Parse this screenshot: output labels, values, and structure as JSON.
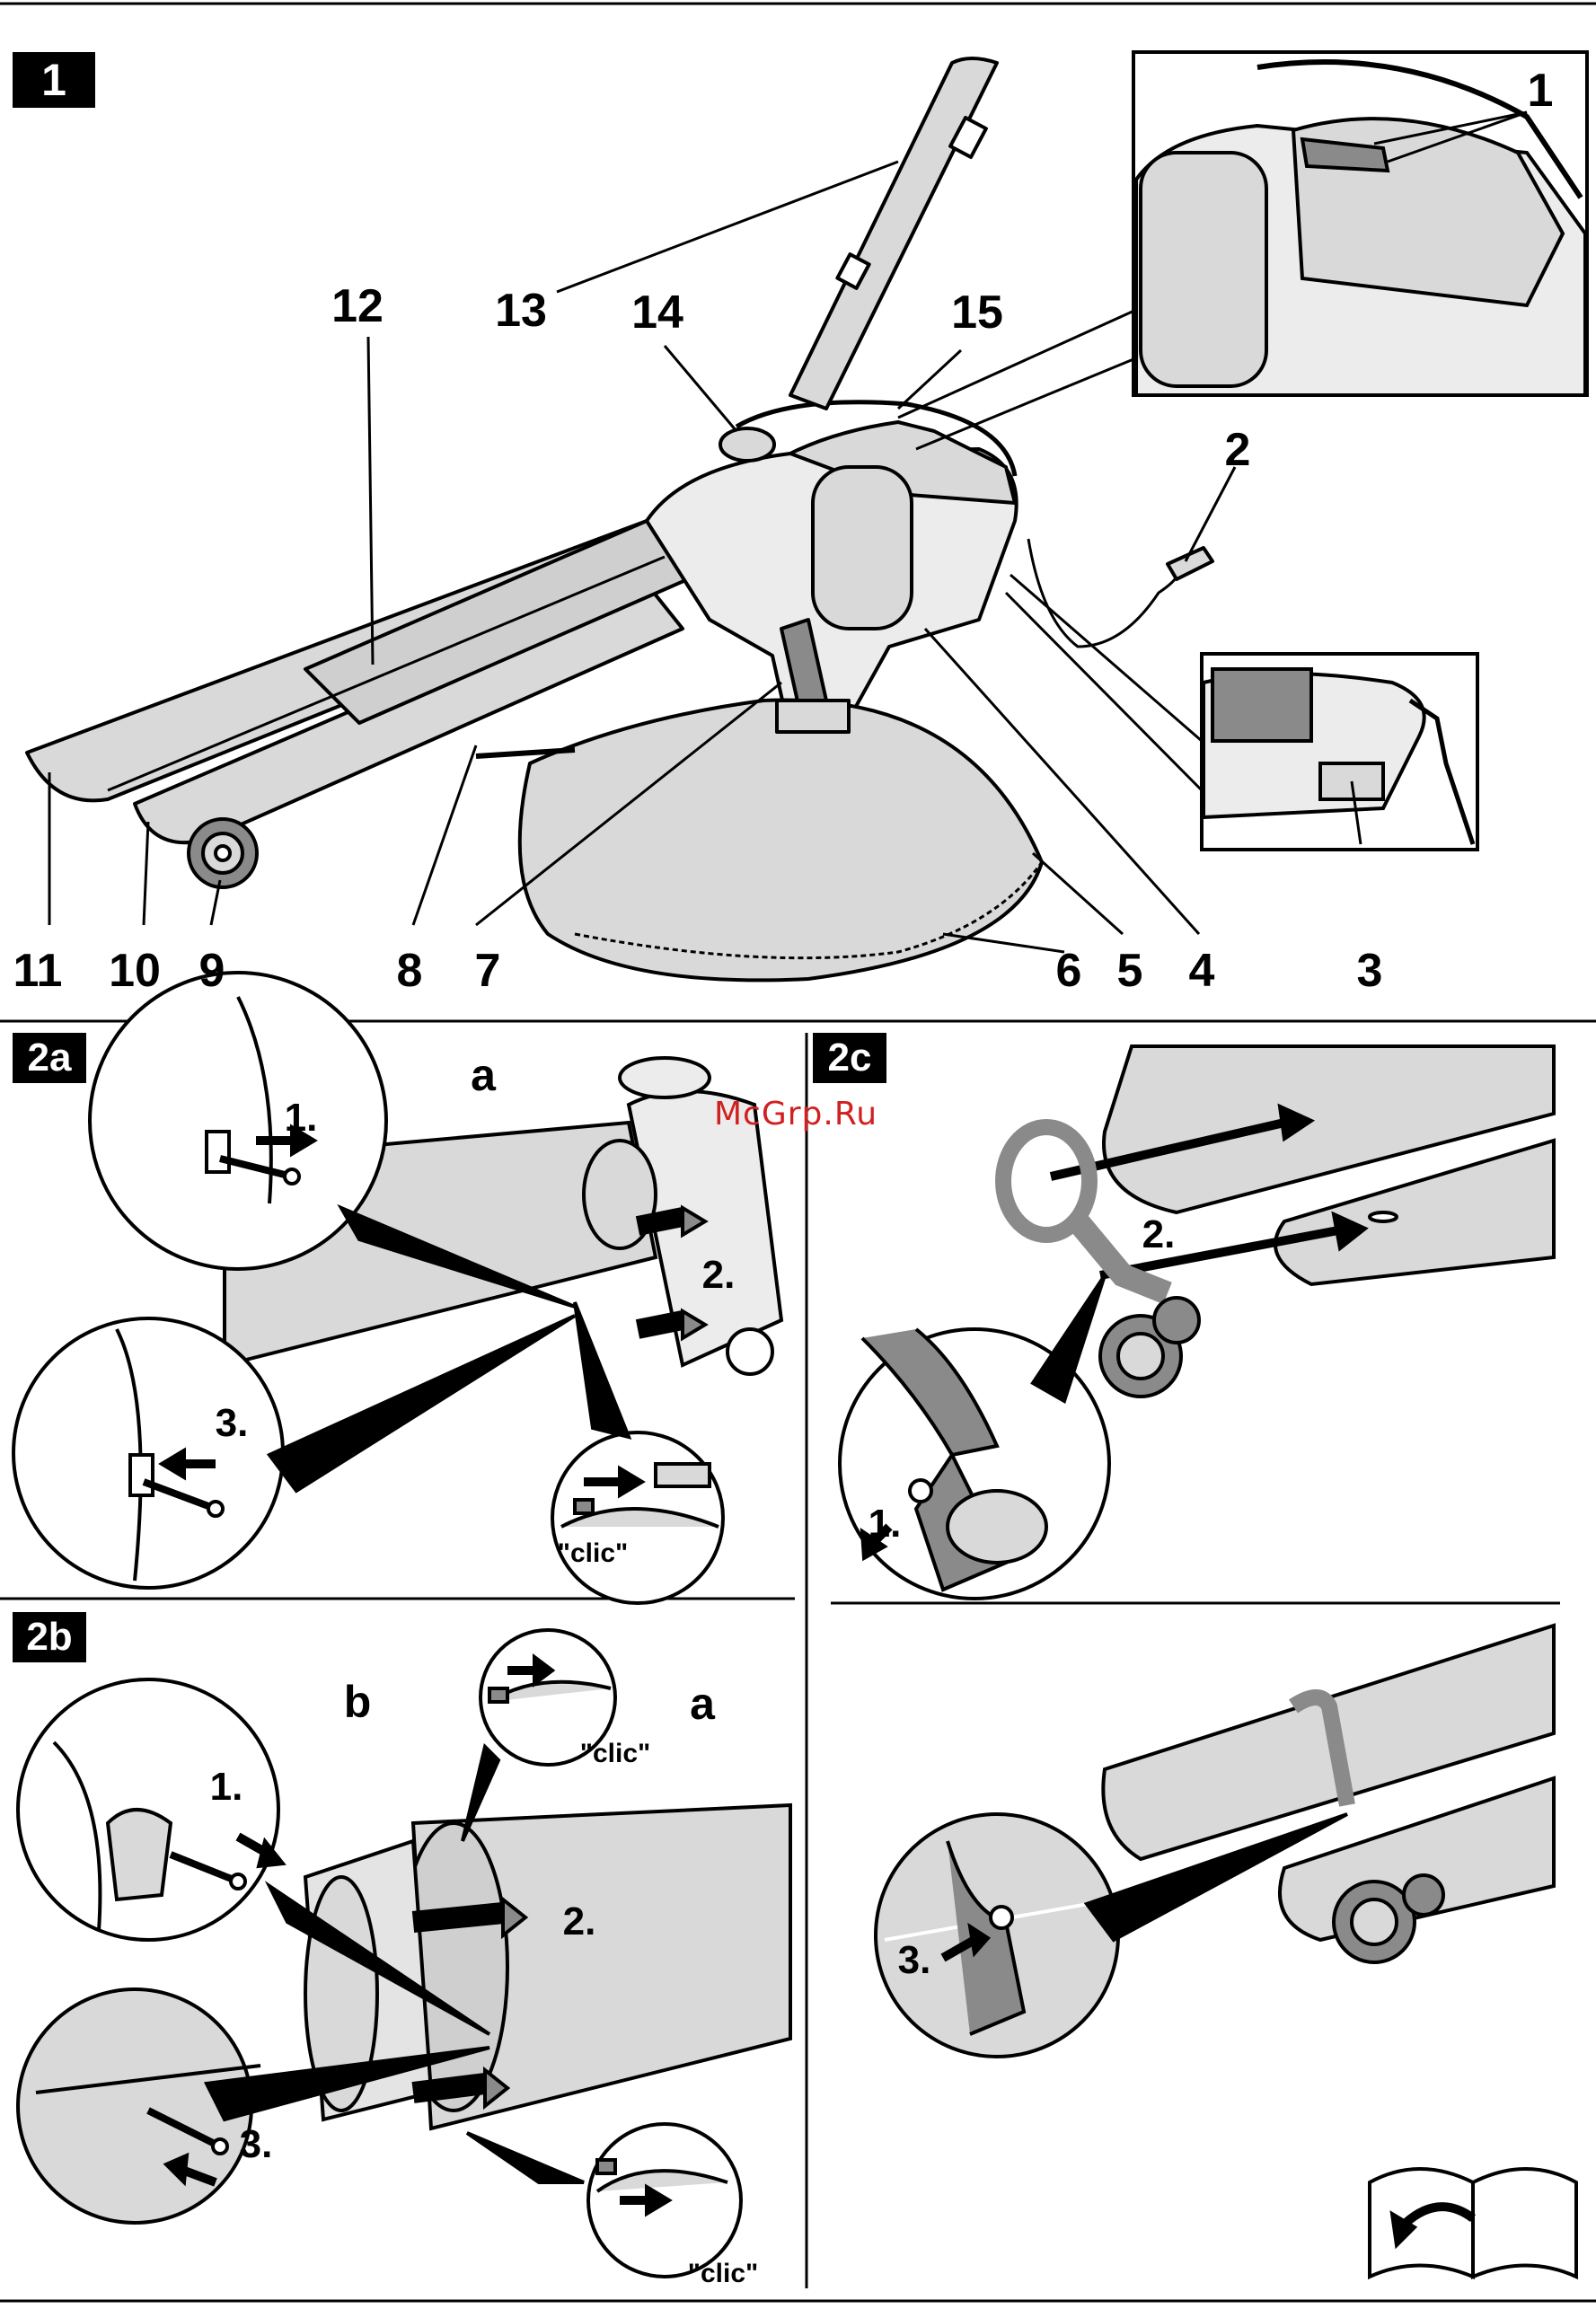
{
  "sections": {
    "s1": "1",
    "s2a": "2a",
    "s2b": "2b",
    "s2c": "2c"
  },
  "callouts": {
    "c1": "1",
    "c2": "2",
    "c3": "3",
    "c4": "4",
    "c5": "5",
    "c6": "6",
    "c7": "7",
    "c8": "8",
    "c9": "9",
    "c10": "10",
    "c11": "11",
    "c12": "12",
    "c13": "13",
    "c14": "14",
    "c15": "15"
  },
  "steps": {
    "s2a_1": "1.",
    "s2a_2": "2.",
    "s2a_3": "3.",
    "s2b_1": "1.",
    "s2b_2": "2.",
    "s2b_3": "3.",
    "s2c_1": "1.",
    "s2c_2": "2.",
    "s2c_3": "3."
  },
  "letters": {
    "a_2a": "a",
    "b_2b": "b",
    "a_2b": "a"
  },
  "clic": {
    "clic_2a": "\"clic\"",
    "clic_2b_top": "\"clic\"",
    "clic_2b_bottom": "\"clic\""
  },
  "watermark": "McGrp.Ru",
  "colors": {
    "fill": "#d9d9d9",
    "dark": "#8a8a8a",
    "line": "#000000",
    "accent": "#d02020"
  }
}
